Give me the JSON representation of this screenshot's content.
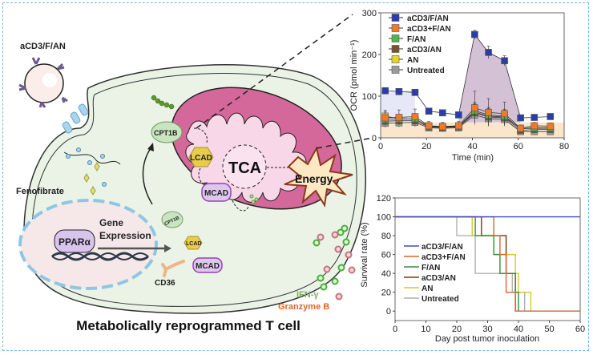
{
  "illustration": {
    "particle_label": "aCD3/F/AN",
    "fenofibrate_label": "Fenofibrate",
    "receptor_label": "PPARα",
    "gene_expression_label": [
      "Gene",
      "Expression"
    ],
    "cd36_label": "CD36",
    "cpt1b_label": "CPT1B",
    "lcad_label": "LCAD",
    "mcad_label": "MCAD",
    "tca_label": "TCA",
    "energy_label": "Energy",
    "ifn_label": "IFN-γ",
    "granzyme_label": "Granzyme B",
    "caption": "Metabolically reprogrammed T cell",
    "colors": {
      "frame": "#6cb4e0",
      "cell": "#eaf3e6",
      "mito_outer": "#d4689a",
      "mito_inner": "#f7d3e6",
      "ifn": "#6a9a3a",
      "granzyme": "#d9662a"
    }
  },
  "chart_data": [
    {
      "type": "line",
      "title": "",
      "xlabel": "Time (min)",
      "ylabel": "OCR (pmol min⁻¹)",
      "xlim": [
        0,
        80
      ],
      "ylim": [
        0,
        300
      ],
      "xticks": [
        0,
        20,
        40,
        60,
        80
      ],
      "yticks": [
        0,
        100,
        200,
        300
      ],
      "legend_position": "top-left",
      "x": [
        2,
        8,
        15,
        21,
        27,
        34,
        41,
        47,
        54,
        61,
        67,
        74
      ],
      "series": [
        {
          "name": "aCD3/F/AN",
          "color": "#2b3ea8",
          "values": [
            113,
            111,
            109,
            64,
            60,
            55,
            248,
            205,
            185,
            48,
            49,
            51
          ],
          "errors": [
            0,
            0,
            0,
            0,
            0,
            0,
            10,
            15,
            12,
            0,
            0,
            0
          ]
        },
        {
          "name": "aCD3+F/AN",
          "color": "#f07a2a",
          "values": [
            48,
            49,
            51,
            29,
            27,
            29,
            72,
            61,
            58,
            23,
            29,
            28
          ],
          "errors": [
            18,
            18,
            18,
            10,
            10,
            10,
            40,
            33,
            28,
            8,
            8,
            8
          ]
        },
        {
          "name": "F/AN",
          "color": "#4cb848",
          "values": [
            44,
            45,
            46,
            27,
            26,
            27,
            65,
            55,
            52,
            22,
            24,
            24
          ],
          "errors": [
            10,
            10,
            10,
            8,
            8,
            8,
            20,
            18,
            16,
            6,
            6,
            6
          ]
        },
        {
          "name": "aCD3/AN",
          "color": "#7b5230",
          "values": [
            40,
            41,
            41,
            26,
            25,
            26,
            60,
            50,
            48,
            18,
            20,
            20
          ],
          "errors": [
            10,
            10,
            10,
            8,
            8,
            8,
            20,
            18,
            16,
            6,
            6,
            6
          ]
        },
        {
          "name": "AN",
          "color": "#e8d32e",
          "values": [
            52,
            46,
            45,
            28,
            27,
            28,
            62,
            52,
            50,
            22,
            23,
            23
          ],
          "errors": [
            10,
            10,
            10,
            8,
            8,
            8,
            20,
            18,
            16,
            6,
            6,
            6
          ]
        },
        {
          "name": "Untreated",
          "color": "#9a9a9a",
          "values": [
            35,
            36,
            37,
            24,
            23,
            24,
            55,
            46,
            44,
            15,
            15,
            15
          ],
          "errors": [
            10,
            10,
            10,
            8,
            8,
            8,
            20,
            18,
            16,
            6,
            6,
            6
          ]
        }
      ],
      "shaded_regions": [
        {
          "name": "basal",
          "x": [
            0,
            15
          ],
          "ylim": [
            37,
            113
          ],
          "color": "#e6e8f8"
        },
        {
          "name": "peak",
          "series": "aCD3/F/AN",
          "x": [
            34,
            61
          ],
          "color": "#cdb6cf"
        },
        {
          "name": "baseline",
          "x": [
            0,
            80
          ],
          "ylim": [
            0,
            37
          ],
          "color": "#fbe6cc"
        }
      ]
    },
    {
      "type": "line",
      "subtype": "step",
      "title": "",
      "xlabel": "Day post tumor inoculation",
      "ylabel": "Survival rate (%)",
      "xlim": [
        0,
        60
      ],
      "ylim": [
        -10,
        120
      ],
      "xticks": [
        0,
        10,
        20,
        30,
        40,
        50,
        60
      ],
      "yticks": [
        0,
        20,
        40,
        60,
        80,
        100,
        120
      ],
      "legend_position": "left",
      "series": [
        {
          "name": "aCD3/F/AN",
          "color": "#3a4fc8",
          "steps": [
            [
              0,
              100
            ],
            [
              60,
              100
            ]
          ]
        },
        {
          "name": "aCD3+F/AN",
          "color": "#d9662a",
          "steps": [
            [
              0,
              100
            ],
            [
              32,
              100
            ],
            [
              32,
              80
            ],
            [
              34,
              80
            ],
            [
              34,
              60
            ],
            [
              36,
              60
            ],
            [
              36,
              20
            ],
            [
              39,
              20
            ],
            [
              39,
              0
            ],
            [
              60,
              0
            ]
          ]
        },
        {
          "name": "F/AN",
          "color": "#3a8a3a",
          "steps": [
            [
              0,
              100
            ],
            [
              26,
              100
            ],
            [
              26,
              80
            ],
            [
              32,
              80
            ],
            [
              32,
              60
            ],
            [
              34,
              60
            ],
            [
              34,
              40
            ],
            [
              39,
              40
            ],
            [
              39,
              20
            ],
            [
              40,
              20
            ],
            [
              40,
              0
            ]
          ]
        },
        {
          "name": "aCD3/AN",
          "color": "#7a3a20",
          "steps": [
            [
              0,
              100
            ],
            [
              28,
              100
            ],
            [
              28,
              80
            ],
            [
              36,
              80
            ],
            [
              36,
              40
            ],
            [
              39,
              40
            ],
            [
              39,
              0
            ]
          ]
        },
        {
          "name": "AN",
          "color": "#d4c82a",
          "steps": [
            [
              0,
              100
            ],
            [
              25,
              100
            ],
            [
              25,
              80
            ],
            [
              36,
              80
            ],
            [
              36,
              60
            ],
            [
              39,
              60
            ],
            [
              39,
              40
            ],
            [
              40,
              40
            ],
            [
              40,
              20
            ],
            [
              44,
              20
            ],
            [
              44,
              0
            ]
          ]
        },
        {
          "name": "Untreated",
          "color": "#b0b0b0",
          "steps": [
            [
              0,
              100
            ],
            [
              20,
              100
            ],
            [
              20,
              80
            ],
            [
              26,
              80
            ],
            [
              26,
              40
            ],
            [
              38,
              40
            ],
            [
              38,
              20
            ],
            [
              42,
              20
            ],
            [
              42,
              0
            ]
          ]
        }
      ]
    }
  ]
}
